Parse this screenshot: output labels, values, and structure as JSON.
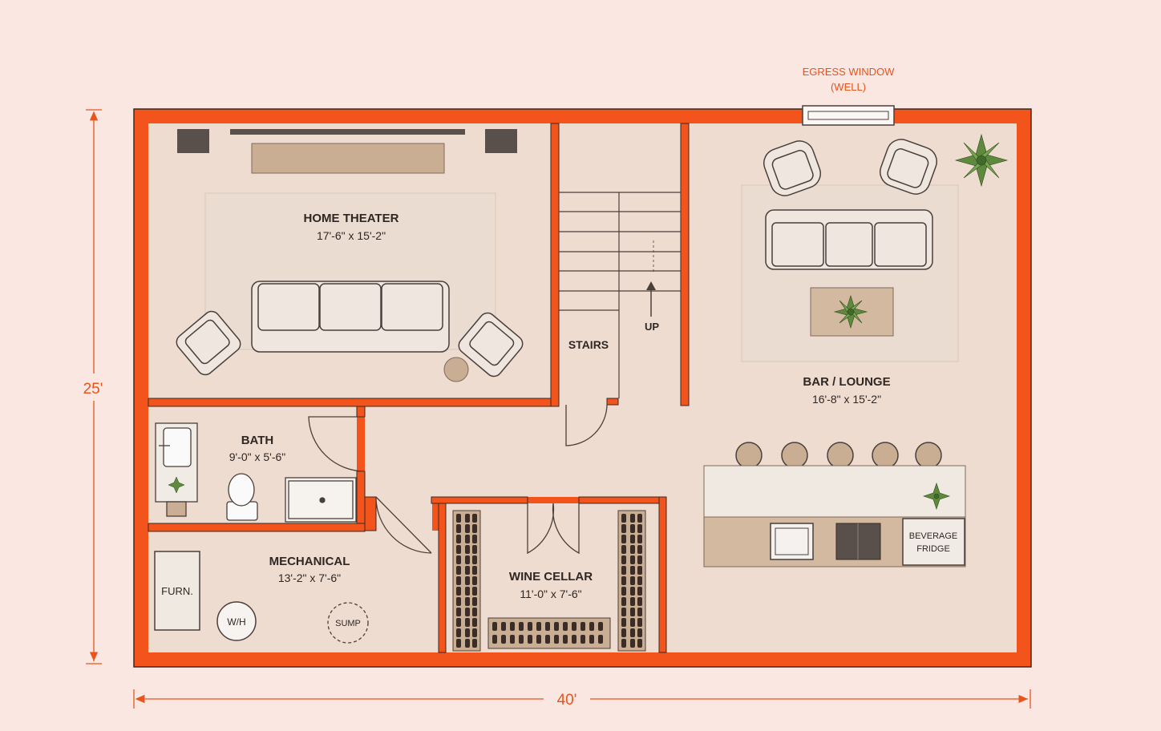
{
  "dimensions": {
    "height_label": "25'",
    "width_label": "40'"
  },
  "egress_window": {
    "line1": "EGRESS WINDOW",
    "line2": "(WELL)"
  },
  "rooms": {
    "home_theater": {
      "name": "HOME THEATER",
      "size": "17'-6\" x 15'-2\""
    },
    "bar_lounge": {
      "name": "BAR / LOUNGE",
      "size": "16'-8\" x 15'-2\""
    },
    "bath": {
      "name": "BATH",
      "size": "9'-0\" x 5'-6\""
    },
    "mechanical": {
      "name": "MECHANICAL",
      "size": "13'-2\" x 7'-6\""
    },
    "wine_cellar": {
      "name": "WINE CELLAR",
      "size": "11'-0\" x 7'-6\""
    },
    "stairs": {
      "name": "STAIRS",
      "direction": "UP"
    }
  },
  "fixtures": {
    "furnace": "FURN.",
    "water_heater": "W/H",
    "sump": "SUMP",
    "fridge_line1": "BEVERAGE",
    "fridge_line2": "FRIDGE"
  },
  "colors": {
    "background": "#fbe7e1",
    "wall": "#f2541b",
    "floor": "#efdcd0",
    "accent_text": "#e8541c"
  }
}
